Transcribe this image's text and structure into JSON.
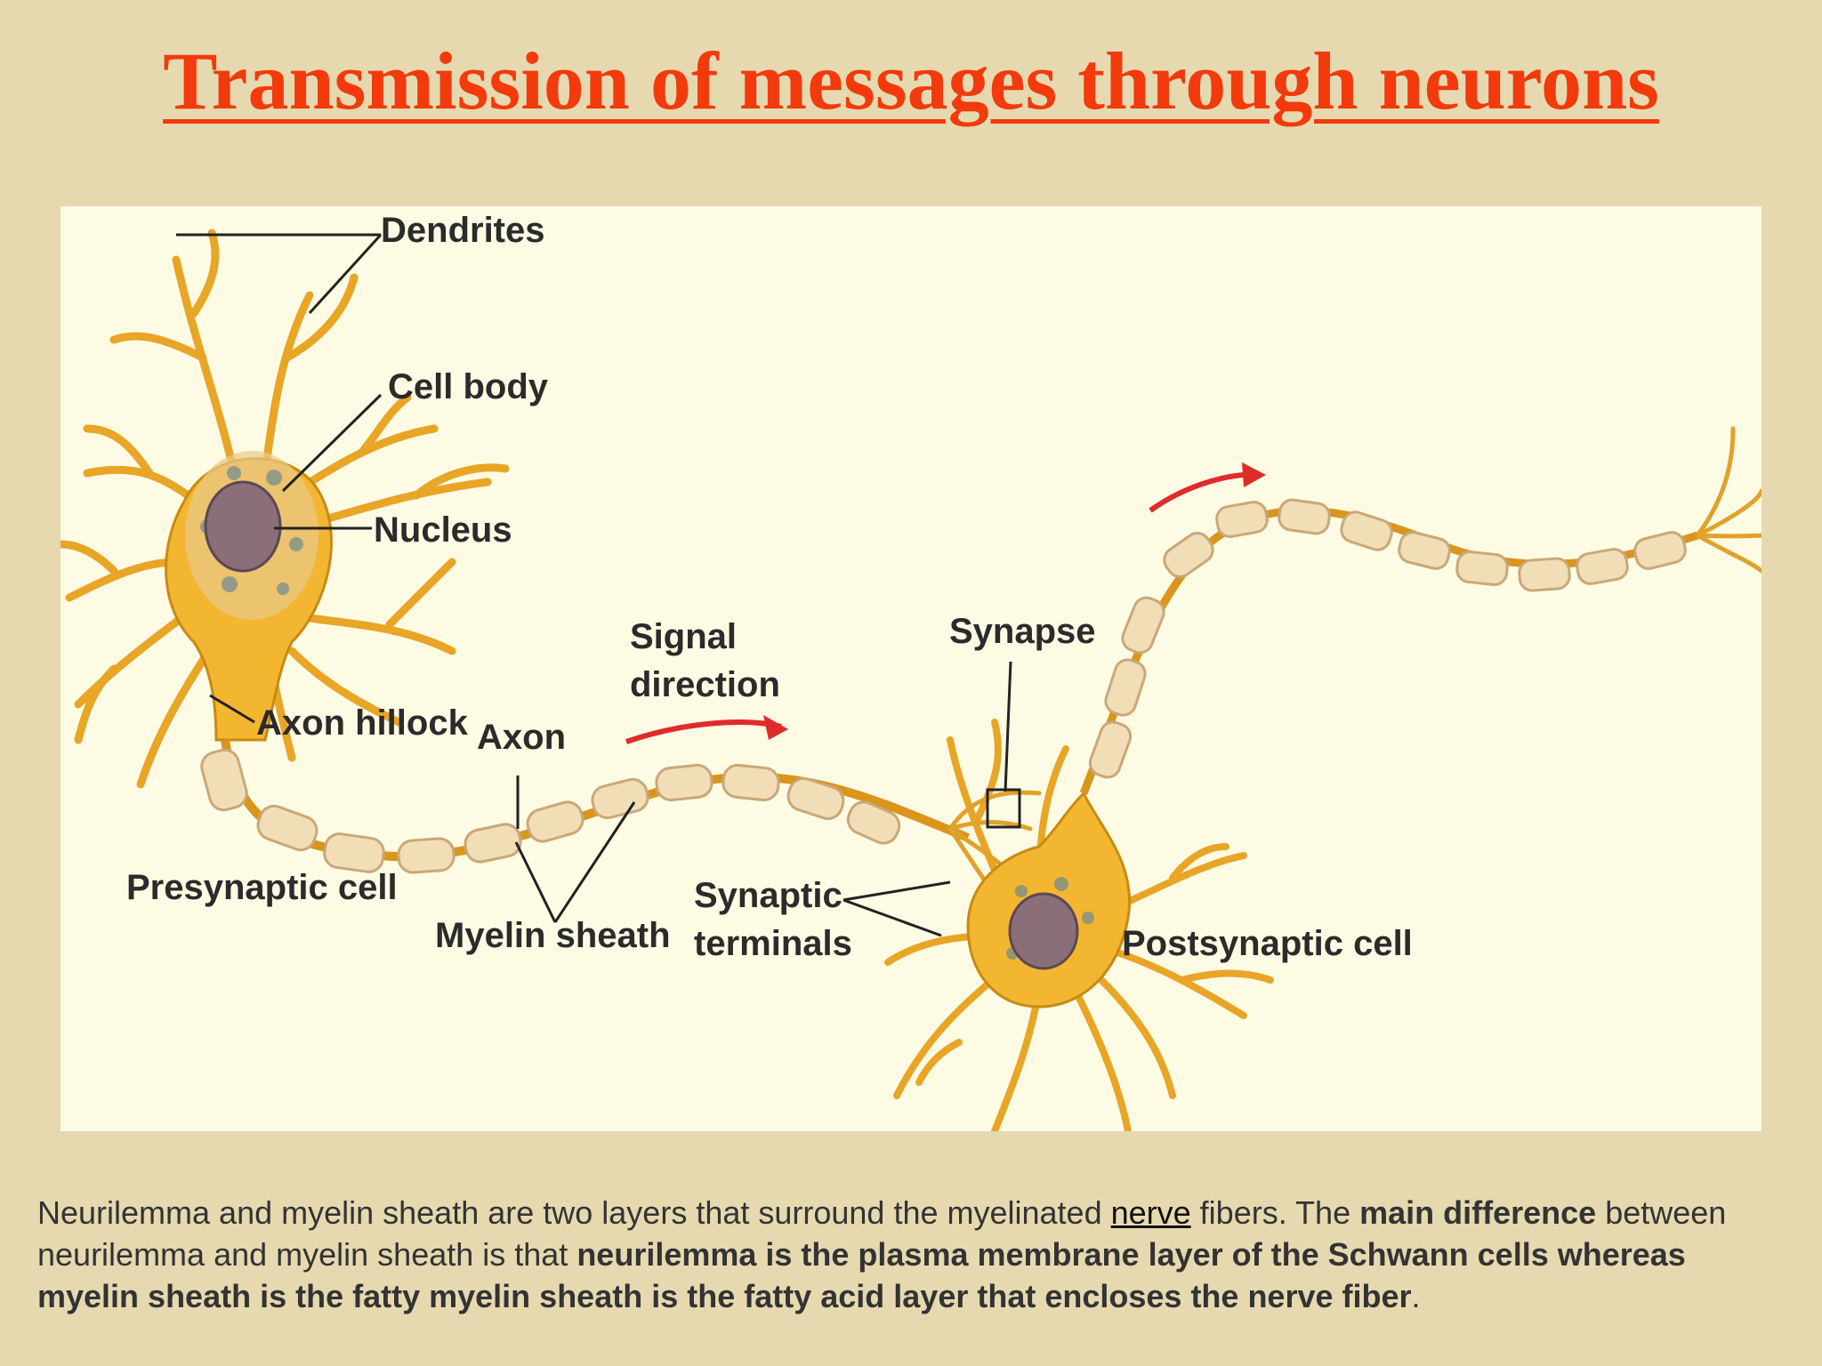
{
  "title": "Transmission of messages through neurons",
  "diagram": {
    "labels": {
      "dendrites": "Dendrites",
      "cell_body": "Cell body",
      "nucleus": "Nucleus",
      "axon_hillock": "Axon hillock",
      "axon": "Axon",
      "signal_direction_1": "Signal",
      "signal_direction_2": "direction",
      "synapse": "Synapse",
      "presynaptic_cell": "Presynaptic cell",
      "myelin_sheath": "Myelin sheath",
      "synaptic_terminals_1": "Synaptic",
      "synaptic_terminals_2": "terminals",
      "postsynaptic_cell": "Postsynaptic cell"
    },
    "colors": {
      "neuron": "#f2b630",
      "neuron_edge": "#c98a12",
      "myelin": "#f1ddb6",
      "nucleus": "#8a6f7a",
      "arrow": "#e02b2b",
      "leader": "#222222"
    }
  },
  "caption": {
    "p1": "Neurilemma and myelin sheath are two layers that surround the myelinated ",
    "link": "nerve",
    "p2": " fibers. The ",
    "b1": "main difference",
    "p3": " between neurilemma and myelin sheath is that ",
    "b2": "neurilemma is the plasma membrane layer of the Schwann cells whereas myelin sheath is the fatty myelin sheath is the fatty acid layer that encloses the nerve fiber",
    "p4": "."
  }
}
